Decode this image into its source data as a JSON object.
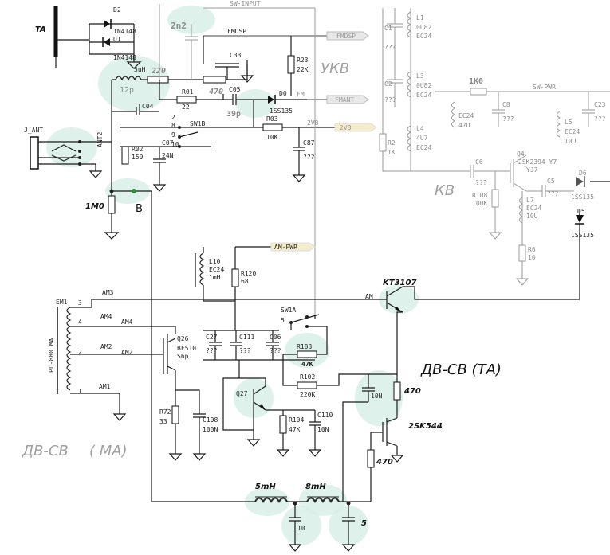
{
  "bands": {
    "ukv": "УКВ",
    "kv": "КВ",
    "dv_sv_ta": "ДВ-СВ (ТА)",
    "dv_sv_ma": "ДВ-СВ",
    "ma": "( MA)"
  },
  "net_labels": {
    "ta": "TA",
    "node_b": "B",
    "sw_input": "SW-INPUT",
    "fmdsp": "FMDSP",
    "fmant": "FMANT",
    "fm": "FM",
    "v2v8": "2V8",
    "am_pwr": "AM-PWR",
    "sw_pwr": "SW-PWR",
    "am": "AM",
    "ant2": "ANT2",
    "j_ant": "J_ANT",
    "em1": "EM1",
    "pl880": "PL-880 MA"
  },
  "components": {
    "d2": {
      "ref": "D2",
      "val": "1N4148"
    },
    "d1": {
      "ref": "D1",
      "val": "1N4148"
    },
    "l_5uh": {
      "val": "5uH"
    },
    "c_12p": {
      "val": "12p"
    },
    "r_220": {
      "val": "220"
    },
    "r_470a": {
      "val": "470"
    },
    "c_2n2": {
      "val": "2n2"
    },
    "c33": {
      "ref": "C33"
    },
    "r23": {
      "ref": "R23",
      "val": "22K"
    },
    "c04": {
      "ref": "C04"
    },
    "r01": {
      "ref": "R01",
      "val": "22"
    },
    "c05": {
      "ref": "C05"
    },
    "c_39p": {
      "val": "39p"
    },
    "r03": {
      "ref": "R03",
      "val": "10K"
    },
    "d0": {
      "ref": "D0",
      "val": "1SS135"
    },
    "swb": {
      "ref": "SW1B",
      "p2": "2",
      "p8": "8",
      "p9": "9",
      "p10": "10"
    },
    "c07": {
      "ref": "C07",
      "val": "24N"
    },
    "r02": {
      "ref": "R02",
      "val": "150"
    },
    "c87": {
      "ref": "C87",
      "val": "???"
    },
    "r_1m0": {
      "val": "1M0"
    },
    "c1": {
      "ref": "C1",
      "val": "???"
    },
    "c2": {
      "ref": "C2",
      "val": "???"
    },
    "l1": {
      "ref": "L1",
      "val": "0U82",
      "type": "EC24"
    },
    "l3": {
      "ref": "L3",
      "val": "0U82",
      "type": "EC24"
    },
    "l4": {
      "ref": "L4",
      "val": "4U7",
      "type": "EC24"
    },
    "r2": {
      "ref": "R2",
      "val": "1K"
    },
    "r_1k0": {
      "val": "1K0"
    },
    "c8": {
      "ref": "C8",
      "val": "???"
    },
    "c23": {
      "ref": "C23",
      "val": "???"
    },
    "l_ec24_47u": {
      "type": "EC24",
      "val": "47U"
    },
    "l5": {
      "ref": "L5",
      "type": "EC24",
      "val": "10U"
    },
    "c6": {
      "ref": "C6",
      "val": "???"
    },
    "q4": {
      "ref": "Q4",
      "val": "2SK2394-Y7",
      "mark": "YJ7"
    },
    "c5": {
      "ref": "C5",
      "val": "???"
    },
    "d6": {
      "ref": "D6",
      "val": "1SS135"
    },
    "d5": {
      "ref": "D5",
      "val": "1SS135"
    },
    "r108": {
      "ref": "R108",
      "val": "100K"
    },
    "l7": {
      "ref": "L7",
      "type": "EC24",
      "val": "10U"
    },
    "r6": {
      "ref": "R6",
      "val": "10"
    },
    "l10": {
      "ref": "L10",
      "type": "EC24",
      "val": "1mH"
    },
    "r120": {
      "ref": "R120",
      "val": "68"
    },
    "kt3107": {
      "val": "KT3107"
    },
    "swa": {
      "ref": "SW1A",
      "p5": "5"
    },
    "am3": {
      "ref": "AM3",
      "pin": "3"
    },
    "am4": {
      "ref": "AM4",
      "pin": "4"
    },
    "am2": {
      "ref": "AM2",
      "pin": "2"
    },
    "am1": {
      "ref": "AM1",
      "pin": "1"
    },
    "q26": {
      "ref": "Q26",
      "val": "BF510",
      "extra": "S6p"
    },
    "c27": {
      "ref": "C27",
      "val": "???"
    },
    "c111": {
      "ref": "C111",
      "val": "???"
    },
    "c06": {
      "ref": "C06",
      "val": "???"
    },
    "r103": {
      "ref": "R103",
      "val": "47K"
    },
    "r102": {
      "ref": "R102",
      "val": "220K"
    },
    "q27": {
      "ref": "Q27"
    },
    "r104": {
      "ref": "R104",
      "val": "47K"
    },
    "c110": {
      "ref": "C110",
      "val": "10N"
    },
    "r72": {
      "ref": "R72",
      "val": "33"
    },
    "c108": {
      "ref": "C108",
      "val": "100N"
    },
    "c_10n": {
      "val": "10N"
    },
    "r_470b": {
      "val": "470"
    },
    "k2sk544": {
      "val": "2SK544"
    },
    "r_470c": {
      "val": "470"
    },
    "l_5mh": {
      "val": "5mH"
    },
    "l_8mh": {
      "val": "8mH"
    },
    "c_10": {
      "val": "10"
    },
    "c_5": {
      "val": "5"
    }
  }
}
